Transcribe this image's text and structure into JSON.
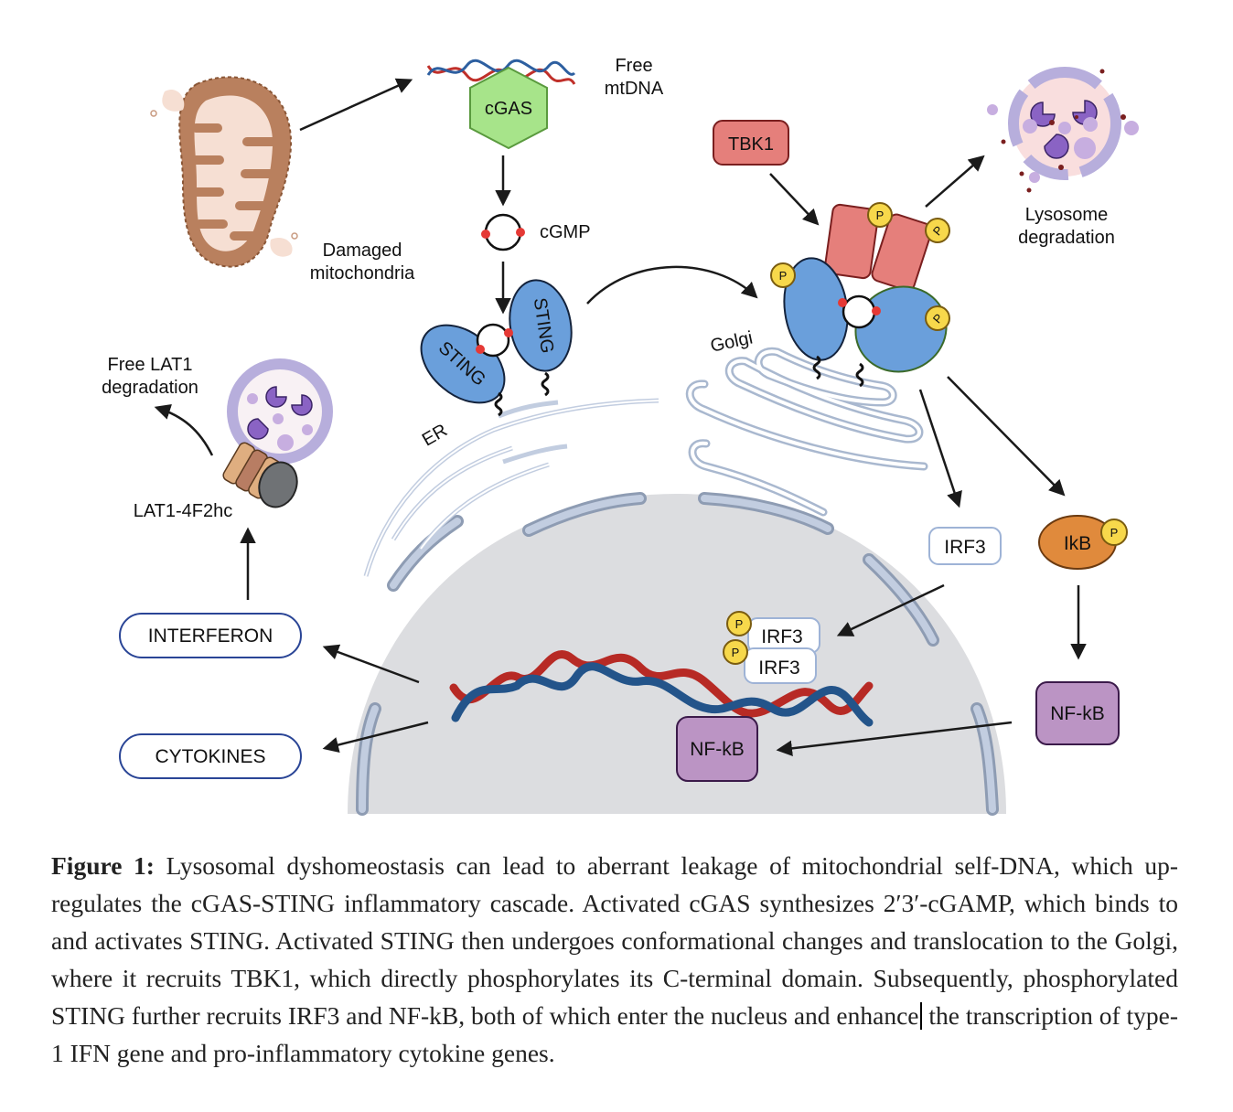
{
  "figure": {
    "labels": {
      "damaged_mitochondria": [
        "Damaged",
        "mitochondria"
      ],
      "free_mtdna": [
        "Free",
        "mtDNA"
      ],
      "cgas": "cGAS",
      "cgmp": "cGMP",
      "sting": "STING",
      "er": "ER",
      "golgi": "Golgi",
      "tbk1": "TBK1",
      "phospho": "P",
      "lysosome_degradation": [
        "Lysosome",
        "degradation"
      ],
      "free_lat1_degradation": [
        "Free LAT1",
        "degradation"
      ],
      "lat1_4f2hc": "LAT1-4F2hc",
      "interferon": "INTERFERON",
      "cytokines": "CYTOKINES",
      "irf3": "IRF3",
      "ikb": "IkB",
      "nfkb": "NF-kB"
    },
    "colors": {
      "mito_brown": "#b9805e",
      "mito_light": "#f6dfd3",
      "cgas_green": "#a7e48a",
      "sting_blue": "#6a9fdb",
      "tbk1_red": "#e57f7b",
      "phospho_yellow": "#f7d84b",
      "lysosome_purple": "#b7aedc",
      "nucleus_gray": "#dcdde0",
      "membrane_blue": "#c2cde0",
      "dna_red": "#b72a25",
      "dna_blue": "#23548a",
      "nfkb_purple": "#bb94c4",
      "ikb_orange": "#e08a3c",
      "pill_border": "#2a4596"
    }
  },
  "caption": {
    "heading": "Figure 1:",
    "text_before_cursor": " Lysosomal dyshomeostasis can lead to aberrant leakage of mitochondrial self-DNA, which up-regulates the cGAS-STING inflammatory cascade. Activated cGAS synthesizes 2′3′-cGAMP, which binds to and activates STING. Activated STING then undergoes conformational changes and translocation to the Golgi, where it recruits TBK1, which directly phosphorylates its C-terminal domain. Subsequently, phosphorylated STING further recruits IRF3 and NF-kB, both of which enter the nucleus and enhance",
    "text_after_cursor": " the transcription of type-1 IFN gene and pro-inflammatory cytokine genes."
  }
}
